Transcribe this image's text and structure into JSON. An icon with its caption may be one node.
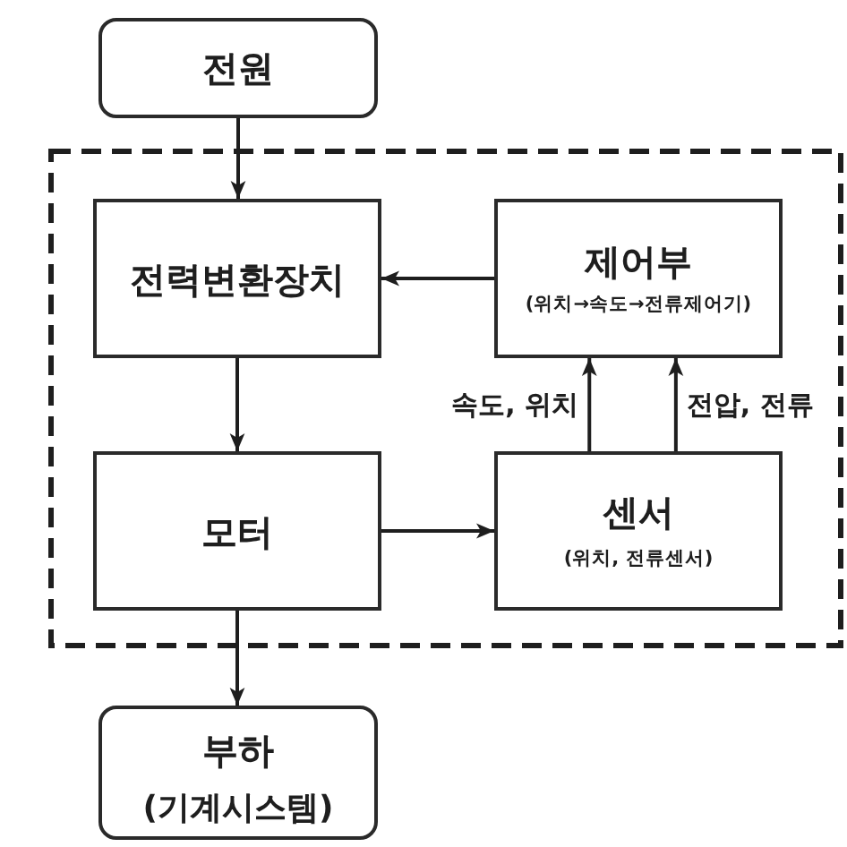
{
  "diagram": {
    "nodes": [
      {
        "text": [
          "전원"
        ]
      },
      {
        "text": [],
        "shape": "box"
      },
      {
        "text": [
          "전력변환장치"
        ],
        "in": 1
      },
      {
        "text": [
          "제어부",
          "(위치→속도→전류제어기)"
        ],
        "in": 1
      },
      {
        "text": [
          "모터"
        ],
        "in": 1
      },
      {
        "text": [
          "센서",
          "(위치, 전류센서)"
        ],
        "in": 1
      },
      {
        "text": [
          "부하",
          "(기계시스템)"
        ]
      }
    ],
    "edges": [
      {
        "from": 0,
        "to": 2,
        "arrow": "to"
      },
      {
        "from": 3,
        "to": 2,
        "arrow": "to"
      },
      {
        "from": 2,
        "to": 4,
        "arrow": "to"
      },
      {
        "from": 4,
        "to": 5,
        "arrow": "to"
      },
      {
        "from": 5,
        "to": 3,
        "arrow": "to",
        "label": "속도, 위치"
      },
      {
        "from": 5,
        "to": 3,
        "arrow": "to",
        "label": "전압, 전류"
      },
      {
        "from": 4,
        "to": 6,
        "arrow": "to"
      }
    ]
  }
}
